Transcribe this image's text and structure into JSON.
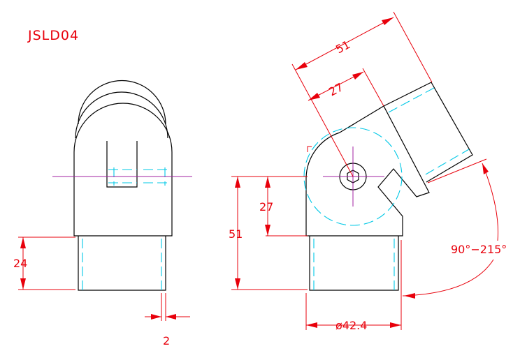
{
  "drawing": {
    "part_code": "JSLD04",
    "dimensions": {
      "front_height": "24",
      "wall_thickness": "2",
      "side_total_height": "51",
      "side_pivot_height": "27",
      "diameter": "ø42.4",
      "arm_length": "51",
      "arm_pivot_length": "27",
      "angle_range": "90°−215°"
    }
  },
  "colors": {
    "object_line": "#000000",
    "dimension_line": "#e8000b",
    "hidden_line": "#00c8e6",
    "center_line": "#a020a0"
  }
}
